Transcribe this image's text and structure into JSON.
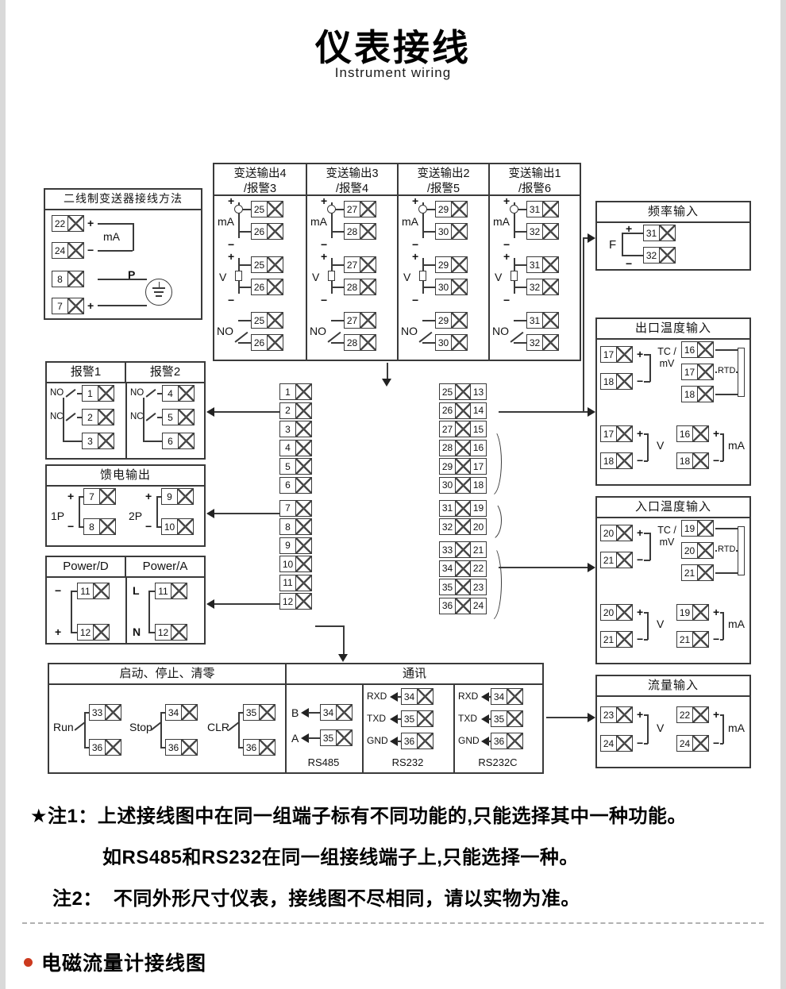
{
  "colors": {
    "line": "#3a3a3a",
    "bullet_red": "#cc3a1e",
    "page_margin_gray": "#d9d9d9"
  },
  "header": {
    "title": "仪表接线",
    "subtitle": "Instrument wiring"
  },
  "boxes": {
    "two_wire": {
      "title": "二线制变送器接线方法",
      "terminals": [
        {
          "num": "22",
          "sign": "+"
        },
        {
          "num": "24",
          "sign": "−"
        },
        {
          "num": "8",
          "sign": "P"
        },
        {
          "num": "7",
          "sign": "+"
        }
      ],
      "loop_label": "mA"
    },
    "transmit_outputs": {
      "section_labels": [
        "mA",
        "V",
        "NO"
      ],
      "plus": "+",
      "minus": "−",
      "columns": [
        {
          "title1": "变送输出4",
          "title2": "/报警3",
          "t_top": "25",
          "t_bot": "26"
        },
        {
          "title1": "变送输出3",
          "title2": "/报警4",
          "t_top": "27",
          "t_bot": "28"
        },
        {
          "title1": "变送输出2",
          "title2": "/报警5",
          "t_top": "29",
          "t_bot": "30"
        },
        {
          "title1": "变送输出1",
          "title2": "/报警6",
          "t_top": "31",
          "t_bot": "32"
        }
      ]
    },
    "freq_input": {
      "title": "频率输入",
      "label": "F",
      "terminals": [
        {
          "num": "31",
          "sign": "+"
        },
        {
          "num": "32",
          "sign": "−"
        }
      ]
    },
    "outlet_temp": {
      "title": "出口温度输入",
      "tc_label": "TC / mV",
      "tc_pair": [
        "17",
        "18"
      ],
      "rtd_label": "RTD",
      "rtd_col": [
        "16",
        "17",
        "18"
      ],
      "v_label": "V",
      "v_pair": [
        "17",
        "18"
      ],
      "ma_label": "mA",
      "ma_pair": [
        "16",
        "18"
      ],
      "plus": "+",
      "minus": "−"
    },
    "inlet_temp": {
      "title": "入口温度输入",
      "tc_label": "TC / mV",
      "tc_pair": [
        "20",
        "21"
      ],
      "rtd_label": "RTD",
      "rtd_col": [
        "19",
        "20",
        "21"
      ],
      "v_label": "V",
      "v_pair": [
        "20",
        "21"
      ],
      "ma_label": "mA",
      "ma_pair": [
        "19",
        "21"
      ],
      "plus": "+",
      "minus": "−"
    },
    "flow_input": {
      "title": "流量输入",
      "v_label": "V",
      "v_pair": [
        "23",
        "24"
      ],
      "ma_label": "mA",
      "ma_pair": [
        "22",
        "24"
      ],
      "plus": "+",
      "minus": "−"
    },
    "terminal_strip": {
      "left": [
        "1",
        "2",
        "3",
        "4",
        "5",
        "6",
        "7",
        "8",
        "9",
        "10",
        "11",
        "12"
      ],
      "left_groups": [
        6,
        6
      ],
      "right_outer": [
        "25",
        "26",
        "27",
        "28",
        "29",
        "30",
        "31",
        "32",
        "33",
        "34",
        "35",
        "36"
      ],
      "right_inner": [
        "13",
        "14",
        "15",
        "16",
        "17",
        "18",
        "19",
        "20",
        "21",
        "22",
        "23",
        "24"
      ],
      "right_groups": [
        6,
        2,
        4
      ]
    },
    "alarms": {
      "title1": "报警1",
      "title2": "报警2",
      "alarm1": {
        "no_label": "NO",
        "nc_label": "NC",
        "terminals": [
          "1",
          "2",
          "3"
        ]
      },
      "alarm2": {
        "no_label": "NO",
        "nc_label": "NC",
        "terminals": [
          "4",
          "5",
          "6"
        ]
      }
    },
    "feed_output": {
      "title": "馈电输出",
      "groups": [
        {
          "label": "1P",
          "plus": "+",
          "minus": "−",
          "plus_t": "7",
          "minus_t": "8"
        },
        {
          "label": "2P",
          "plus": "+",
          "minus": "−",
          "plus_t": "9",
          "minus_t": "10"
        }
      ]
    },
    "power": {
      "title1": "Power/D",
      "title2": "Power/A",
      "d_rows": [
        {
          "sign": "−",
          "num": "11"
        },
        {
          "sign": "+",
          "num": "12"
        }
      ],
      "a_rows": [
        {
          "sign": "L",
          "num": "11"
        },
        {
          "sign": "N",
          "num": "12"
        }
      ]
    },
    "run_stop": {
      "title": "启动、停止、清零",
      "groups": [
        {
          "label": "Run",
          "t_top": "33",
          "t_bot": "36"
        },
        {
          "label": "Stop",
          "t_top": "34",
          "t_bot": "36"
        },
        {
          "label": "CLR",
          "t_top": "35",
          "t_bot": "36"
        }
      ]
    },
    "comm": {
      "title": "通讯",
      "rs485": {
        "caption": "RS485",
        "rows": [
          {
            "sig": "B",
            "num": "34"
          },
          {
            "sig": "A",
            "num": "35"
          }
        ]
      },
      "rs232": {
        "caption": "RS232",
        "rows": [
          {
            "sig": "RXD",
            "num": "34"
          },
          {
            "sig": "TXD",
            "num": "35"
          },
          {
            "sig": "GND",
            "num": "36"
          }
        ]
      },
      "rs232c": {
        "caption": "RS232C",
        "rows": [
          {
            "sig": "RXD",
            "num": "34"
          },
          {
            "sig": "TXD",
            "num": "35"
          },
          {
            "sig": "GND",
            "num": "36"
          }
        ]
      }
    }
  },
  "notes": {
    "note1_label": "★注1：",
    "note1_text": "上述接线图中在同一组端子标有不同功能的,只能选择其中一种功能。",
    "note1_text2": "如RS485和RS232在同一组接线端子上,只能选择一种。",
    "note2_label": "注2：",
    "note2_text": "不同外形尺寸仪表，接线图不尽相同，请以实物为准。"
  },
  "footer": {
    "bullet_title": "电磁流量计接线图"
  }
}
